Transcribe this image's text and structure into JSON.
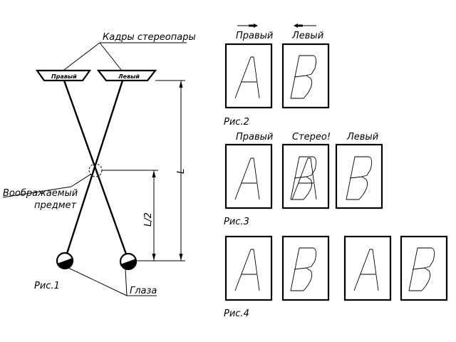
{
  "fig1": {
    "caption": "Рис.1",
    "stereo_frames_label": "Кадры стереопары",
    "frame_right_label": "Правый",
    "frame_left_label": "Левый",
    "imaginary_object_line1": "Воображаемый",
    "imaginary_object_line2": "предмет",
    "eyes_label": "Глаза",
    "dim_L": "L",
    "dim_L2": "L/2"
  },
  "fig2": {
    "caption": "Рис.2",
    "right_label": "Правый",
    "left_label": "Левый",
    "letter_right": "A",
    "letter_left": "B"
  },
  "fig3": {
    "caption": "Рис.3",
    "right_label": "Правый",
    "stereo_label": "Стерео!",
    "left_label": "Левый"
  },
  "fig4": {
    "caption": "Рис.4"
  }
}
